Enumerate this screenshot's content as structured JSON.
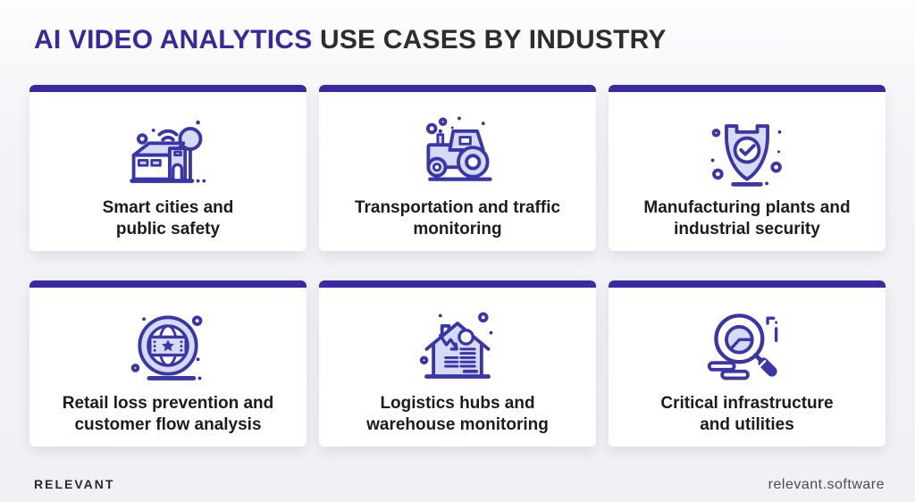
{
  "title": {
    "highlight": "AI VIDEO ANALYTICS",
    "rest": " USE CASES BY INDUSTRY"
  },
  "cards": [
    {
      "icon": "smart-city-icon",
      "label": "Smart cities and\npublic safety"
    },
    {
      "icon": "tractor-icon",
      "label": "Transportation and traffic\nmonitoring"
    },
    {
      "icon": "shield-check-icon",
      "label": "Manufacturing plants and\nindustrial security"
    },
    {
      "icon": "globe-retail-icon",
      "label": "Retail loss prevention and\ncustomer flow analysis"
    },
    {
      "icon": "warehouse-chart-icon",
      "label": "Logistics hubs and\nwarehouse monitoring"
    },
    {
      "icon": "magnifier-pie-icon",
      "label": "Critical infrastructure\nand utilities"
    }
  ],
  "footer": {
    "brand": "RELEVANT",
    "website": "relevant.software"
  },
  "colors": {
    "accent_bar": "#372aa2",
    "title_highlight": "#38289e",
    "title_rest": "#2d2d30",
    "icon_stroke": "#3a35a8",
    "icon_fill": "#d6daf5",
    "card_background": "#ffffff",
    "page_background": "#f3f3f7",
    "label_text": "#1c1c1f"
  }
}
